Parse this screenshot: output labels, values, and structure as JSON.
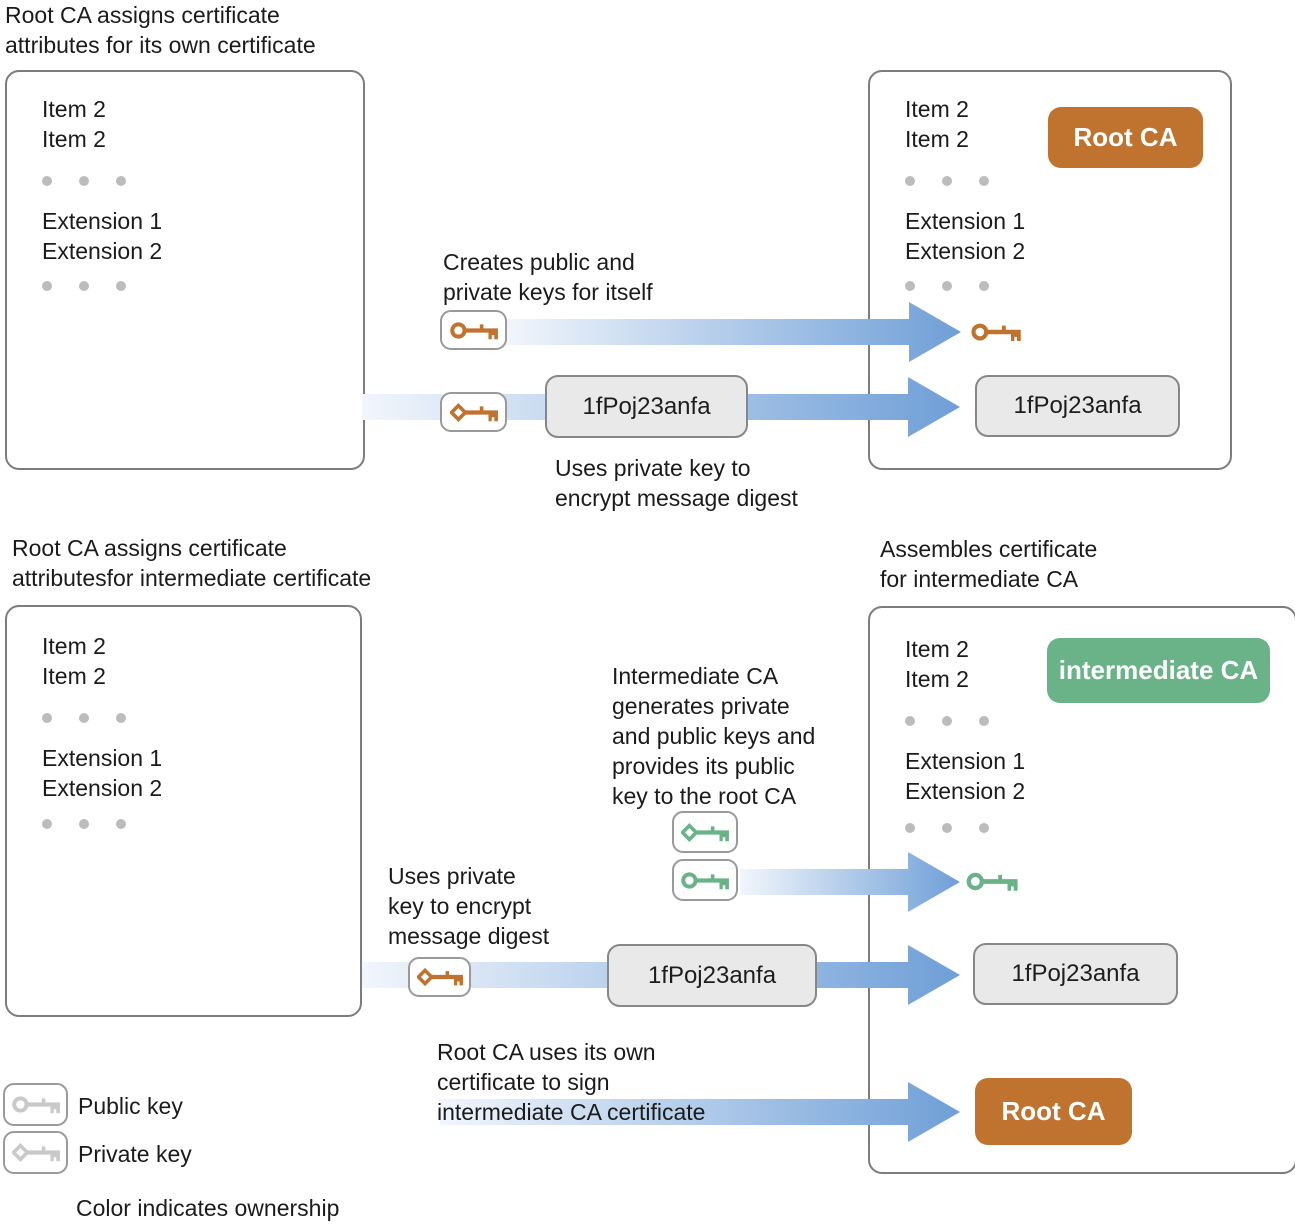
{
  "top": {
    "title": "Root CA assigns certificate\nattributes for its own certificate",
    "creates_note": "Creates public and\nprivate keys for itself",
    "uses_note": "Uses private key to\nencrypt message digest",
    "badge": "Root CA"
  },
  "bottom": {
    "title": "Root CA assigns certificate\nattributesfor intermediate certificate",
    "assembles_note": "Assembles certificate\nfor intermediate CA",
    "generates_note": "Intermediate CA\ngenerates private\nand public keys and\nprovides its public\nkey to the root CA",
    "uses_note": "Uses private\nkey to encrypt\nmessage digest",
    "signs_note": "Root CA uses its own\ncertificate to sign\nintermediate CA certificate",
    "badge_intermediate": "intermediate CA",
    "badge_root": "Root CA"
  },
  "cert_fields": {
    "items": [
      "Item 2",
      "Item 2"
    ],
    "extensions": [
      "Extension 1",
      "Extension 2"
    ]
  },
  "signature": {
    "value": "1fPoj23anfa"
  },
  "legend": {
    "public_label": "Public key",
    "private_label": "Private key",
    "note": "Color indicates ownership"
  },
  "colors": {
    "root_ca": "#c0722f",
    "intermediate_ca": "#6ab388",
    "neutral_key": "#c9c9c9",
    "arrow_gradient_start": "#f2f6fc",
    "arrow_gradient_end": "#6f9fd7"
  }
}
